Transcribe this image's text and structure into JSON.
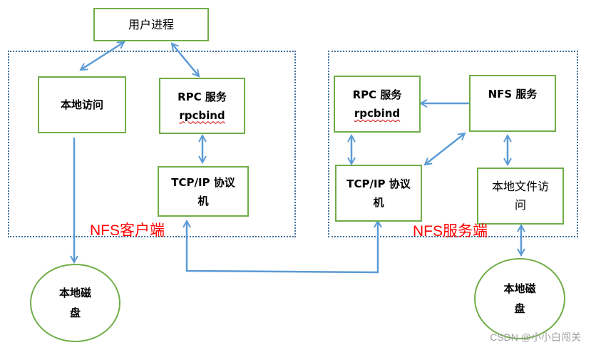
{
  "colors": {
    "box_border": "#70ad47",
    "arrow": "#5b9bd5",
    "region_border": "#41719c",
    "region_label": "#ff0000",
    "watermark": "#a0a0a0"
  },
  "nodes": {
    "user_process": {
      "label": "用户进程"
    },
    "client": {
      "region_label": "NFS客户端",
      "local_access": {
        "label": "本地访问"
      },
      "rpc": {
        "line1": "RPC 服务",
        "line2": "rpcbind"
      },
      "tcpip": {
        "line1": "TCP/IP 协议",
        "line2": "机"
      },
      "disk": {
        "line1": "本地磁",
        "line2": "盘"
      }
    },
    "server": {
      "region_label": "NFS服务端",
      "rpc": {
        "line1": "RPC 服务",
        "line2": "rpcbind"
      },
      "nfs_service": {
        "label": "NFS 服务"
      },
      "tcpip": {
        "line1": "TCP/IP 协议",
        "line2": "机"
      },
      "local_file_access": {
        "line1": "本地文件访",
        "line2": "问"
      },
      "disk": {
        "line1": "本地磁",
        "line2": "盘"
      }
    }
  },
  "edges": [
    {
      "from": "user_process",
      "to": "client.local_access",
      "direction": "both"
    },
    {
      "from": "user_process",
      "to": "client.rpc",
      "direction": "both"
    },
    {
      "from": "client.rpc",
      "to": "client.tcpip",
      "direction": "both"
    },
    {
      "from": "client.local_access",
      "to": "client.disk",
      "direction": "forward"
    },
    {
      "from": "server.tcpip",
      "to": "client.tcpip",
      "direction": "both"
    },
    {
      "from": "server.nfs_service",
      "to": "server.rpc",
      "direction": "forward"
    },
    {
      "from": "server.rpc",
      "to": "server.tcpip",
      "direction": "both"
    },
    {
      "from": "server.nfs_service",
      "to": "server.tcpip",
      "direction": "both"
    },
    {
      "from": "server.nfs_service",
      "to": "server.local_file_access",
      "direction": "both"
    },
    {
      "from": "server.local_file_access",
      "to": "server.disk",
      "direction": "both"
    }
  ],
  "watermark": "CSDN @小小白闯关"
}
